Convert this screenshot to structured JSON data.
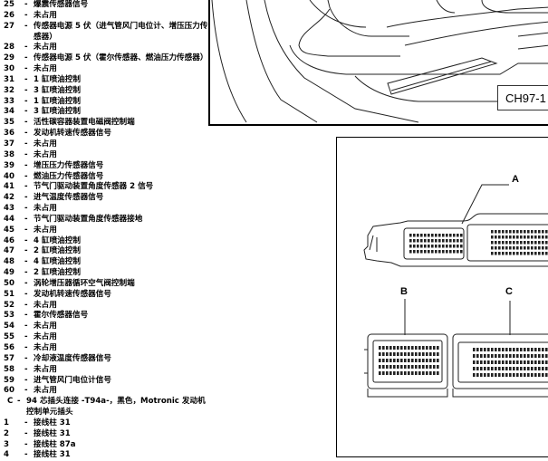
{
  "pins_top": [
    {
      "num": "25",
      "text": "爆震传感器信号"
    },
    {
      "num": "26",
      "text": "未占用"
    },
    {
      "num": "27",
      "text": "传感器电源 5 伏（进气管风门电位计、增压压力传感器）"
    },
    {
      "num": "28",
      "text": "未占用"
    },
    {
      "num": "29",
      "text": "传感器电源 5 伏（霍尔传感器、燃油压力传感器）"
    },
    {
      "num": "30",
      "text": "未占用"
    },
    {
      "num": "31",
      "text": "1 缸喷油控制"
    },
    {
      "num": "32",
      "text": "3 缸喷油控制"
    },
    {
      "num": "33",
      "text": "1 缸喷油控制"
    },
    {
      "num": "34",
      "text": "3 缸喷油控制"
    },
    {
      "num": "35",
      "text": "活性碳容器装置电磁阀控制端"
    },
    {
      "num": "36",
      "text": "发动机转速传感器信号"
    },
    {
      "num": "37",
      "text": "未占用"
    },
    {
      "num": "38",
      "text": "未占用"
    },
    {
      "num": "39",
      "text": "增压压力传感器信号"
    },
    {
      "num": "40",
      "text": "燃油压力传感器信号"
    },
    {
      "num": "41",
      "text": "节气门驱动装置角度传感器 2 信号"
    },
    {
      "num": "42",
      "text": "进气温度传感器信号"
    },
    {
      "num": "43",
      "text": "未占用"
    },
    {
      "num": "44",
      "text": "节气门驱动装置角度传感器接地"
    },
    {
      "num": "45",
      "text": "未占用"
    },
    {
      "num": "46",
      "text": "4 缸喷油控制"
    },
    {
      "num": "47",
      "text": "2 缸喷油控制"
    },
    {
      "num": "48",
      "text": "4 缸喷油控制"
    },
    {
      "num": "49",
      "text": "2 缸喷油控制"
    },
    {
      "num": "50",
      "text": "涡轮增压器循环空气阀控制端"
    },
    {
      "num": "51",
      "text": "发动机转速传感器信号"
    },
    {
      "num": "52",
      "text": "未占用"
    },
    {
      "num": "53",
      "text": "霍尔传感器信号"
    },
    {
      "num": "54",
      "text": "未占用"
    },
    {
      "num": "55",
      "text": "未占用"
    },
    {
      "num": "56",
      "text": "未占用"
    },
    {
      "num": "57",
      "text": "冷却液温度传感器信号"
    },
    {
      "num": "58",
      "text": "未占用"
    },
    {
      "num": "59",
      "text": "进气管风门电位计信号"
    },
    {
      "num": "60",
      "text": "未占用"
    }
  ],
  "section_c": {
    "letter": "C",
    "text": "94 芯插头连接 -T94a-，黑色，Motronic 发动机控制单元插头"
  },
  "pins_c": [
    {
      "num": "1",
      "text": "接线柱 31"
    },
    {
      "num": "2",
      "text": "接线柱 31"
    },
    {
      "num": "3",
      "text": "接线柱 87a"
    },
    {
      "num": "4",
      "text": "接线柱 31"
    }
  ],
  "figure_top": {
    "tag": "CH97-1"
  },
  "figure_connector": {
    "label_a": "A",
    "label_b": "B",
    "label_c": "C"
  }
}
